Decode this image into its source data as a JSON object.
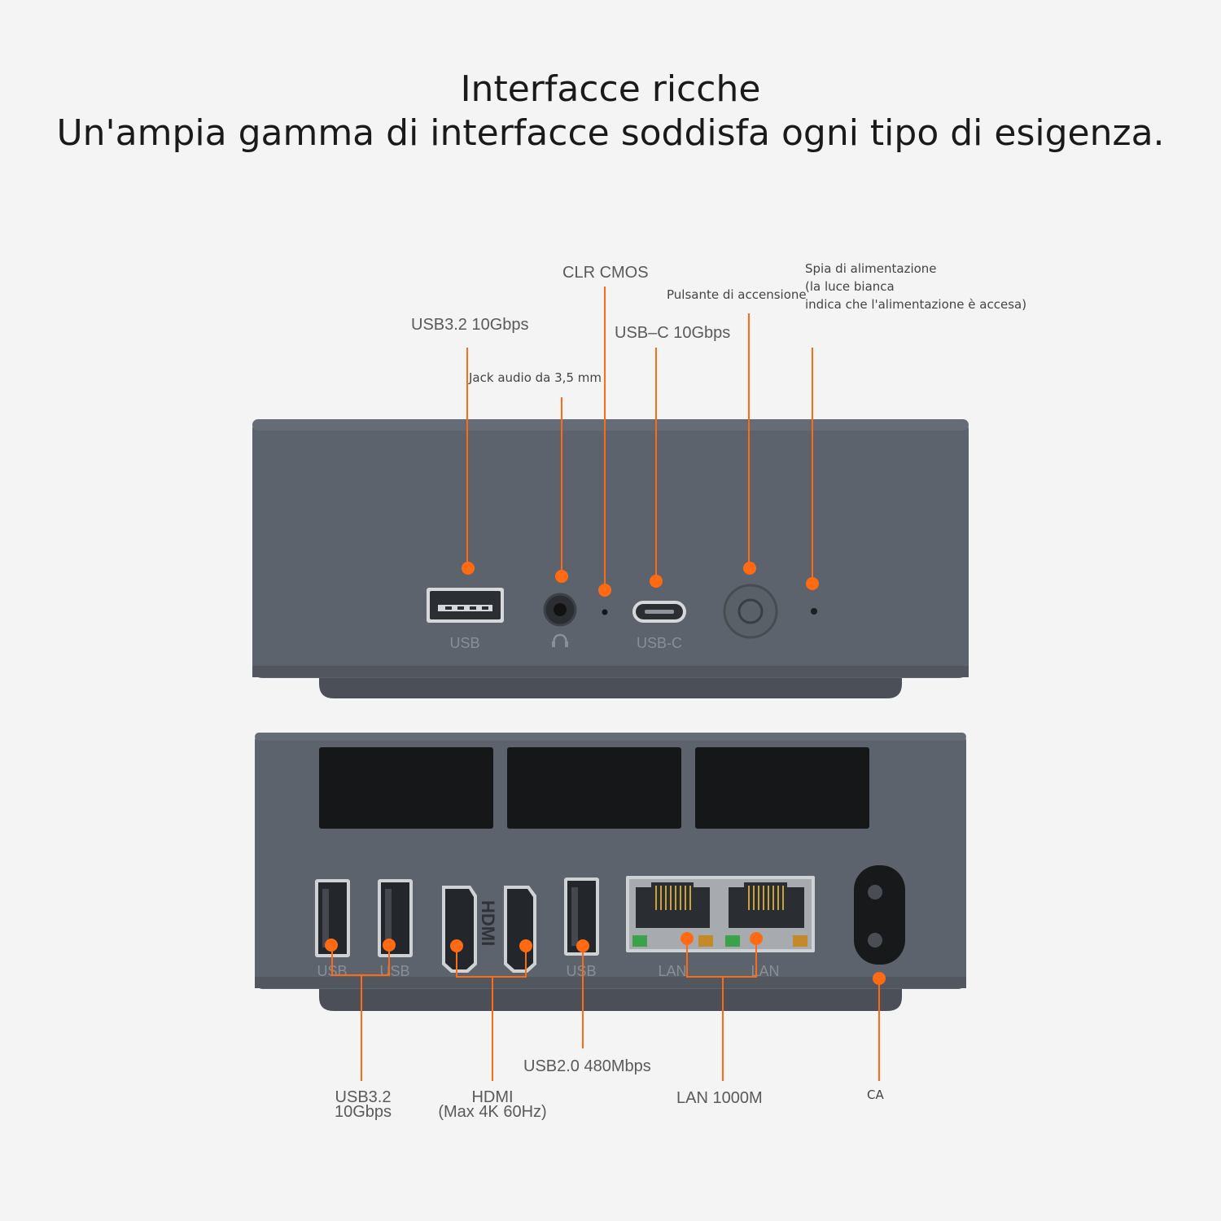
{
  "header": {
    "title": "Interfacce ricche",
    "subtitle": "Un'ampia gamma di interfacce soddisfa ogni tipo di esigenza."
  },
  "front": {
    "callouts": {
      "usb32": "USB3.2 10Gbps",
      "audio": "Jack audio da 3,5 mm",
      "clr_cmos": "CLR CMOS",
      "usbc": "USB–C 10Gbps",
      "power_button": "Pulsante di accensione",
      "power_led": "Spia di alimentazione\n(la luce bianca\nindica che l'alimentazione è accesa)"
    },
    "port_labels": {
      "usb": "USB",
      "usbc": "USB-C"
    }
  },
  "rear": {
    "callouts": {
      "usb32": "USB3.2\n10Gbps",
      "hdmi": "HDMI\n(Max 4K 60Hz)",
      "usb20": "USB2.0 480Mbps",
      "lan": "LAN 1000M",
      "ac": "CA"
    },
    "port_labels": {
      "usb1": "USB",
      "usb2": "USB",
      "usb3": "USB",
      "lan1": "LAN",
      "lan2": "LAN",
      "hdmi_vertical": "HDMI"
    }
  },
  "colors": {
    "accent": "#ff6a13",
    "body": "#5d636c",
    "body_dark": "#4b5058",
    "background": "#f4f4f4"
  },
  "icons": {
    "headphone": "headphone-icon"
  }
}
